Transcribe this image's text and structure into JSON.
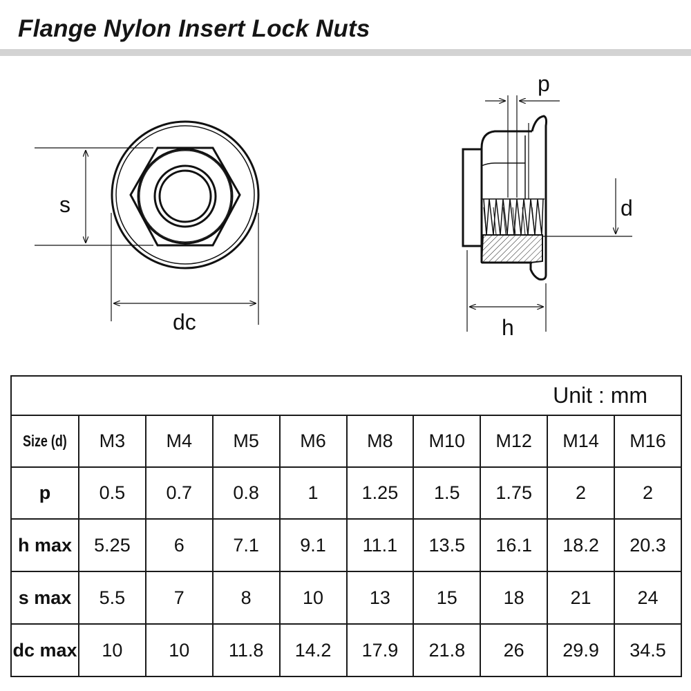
{
  "title": "Flange Nylon Insert Lock Nuts",
  "dimension_labels": {
    "s": "s",
    "dc": "dc",
    "p": "p",
    "d": "d",
    "h": "h"
  },
  "table": {
    "unit": "Unit : mm",
    "size_header": "Size (d)",
    "sizes": [
      "M3",
      "M4",
      "M5",
      "M6",
      "M8",
      "M10",
      "M12",
      "M14",
      "M16"
    ],
    "rows": [
      {
        "label": "p",
        "values": [
          "0.5",
          "0.7",
          "0.8",
          "1",
          "1.25",
          "1.5",
          "1.75",
          "2",
          "2"
        ]
      },
      {
        "label": "h max",
        "values": [
          "5.25",
          "6",
          "7.1",
          "9.1",
          "11.1",
          "13.5",
          "16.1",
          "18.2",
          "20.3"
        ]
      },
      {
        "label": "s max",
        "values": [
          "5.5",
          "7",
          "8",
          "10",
          "13",
          "15",
          "18",
          "21",
          "24"
        ]
      },
      {
        "label": "dc max",
        "values": [
          "10",
          "10",
          "11.8",
          "14.2",
          "17.9",
          "21.8",
          "26",
          "29.9",
          "34.5"
        ]
      }
    ]
  }
}
